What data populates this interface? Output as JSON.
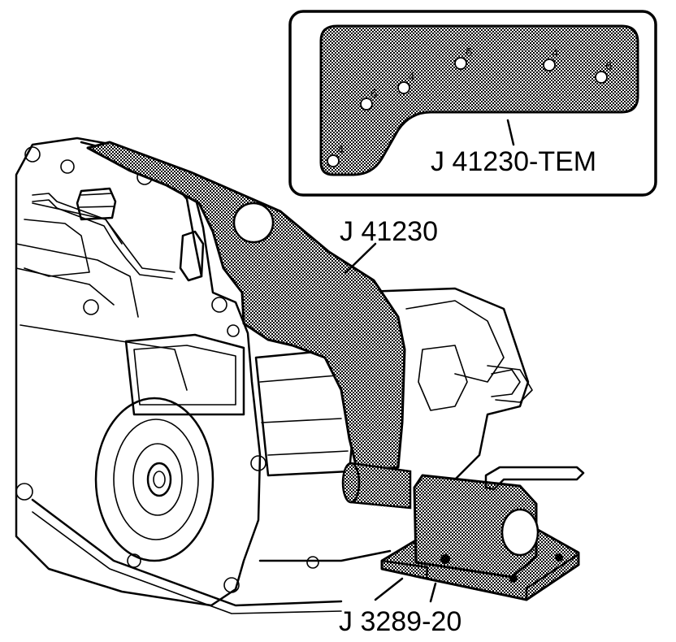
{
  "labels": {
    "plate_tool": "J 41230-TEM",
    "fixture_tool": "J 41230",
    "base_tool": "J 3289-20"
  },
  "inset_holes": [
    {
      "num": "4"
    },
    {
      "num": "6"
    },
    {
      "num": "4"
    },
    {
      "num": "6"
    },
    {
      "num": "4"
    },
    {
      "num": "6"
    }
  ],
  "colors": {
    "line": "#000000",
    "background": "#ffffff",
    "tool_fill": "#9a9a9a"
  }
}
